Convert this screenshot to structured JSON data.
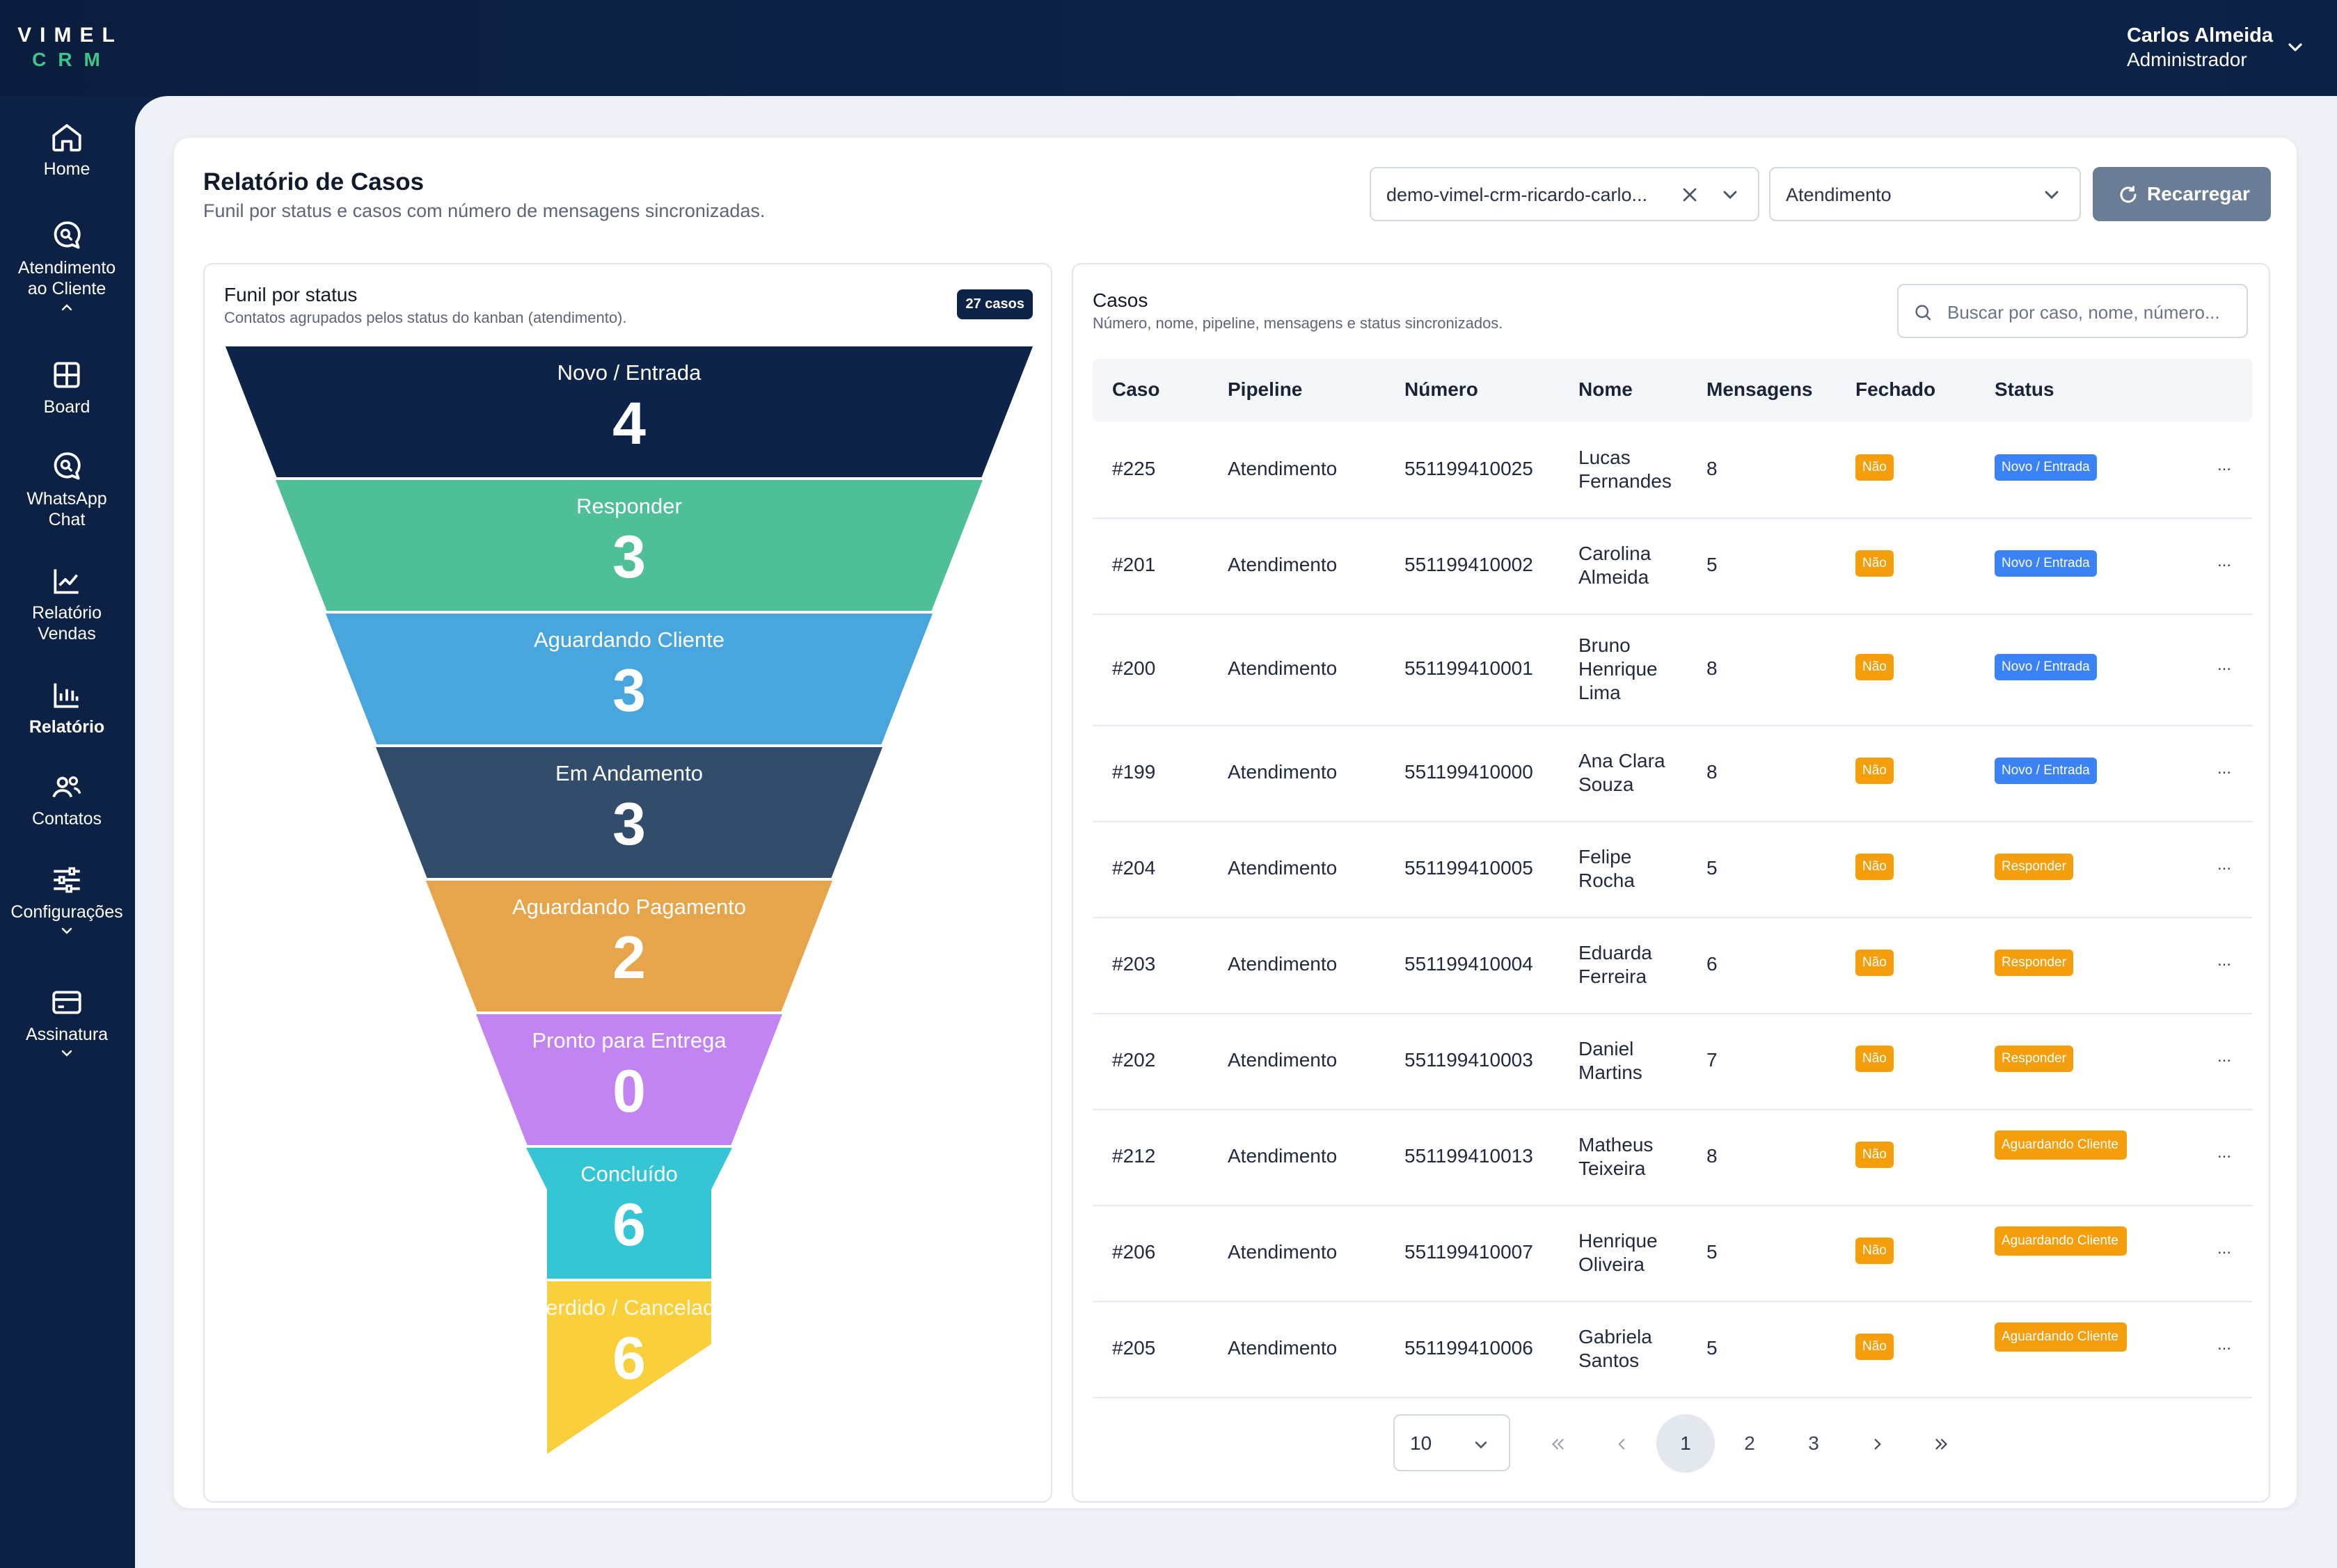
{
  "brand": {
    "line1": "VIMEL",
    "line2": "CRM",
    "accent_color": "#3fc58a"
  },
  "user": {
    "name": "Carlos Almeida",
    "role": "Administrador"
  },
  "sidebar": {
    "items": [
      {
        "label": "Home",
        "icon": "home-icon"
      },
      {
        "label": "Atendimento\nao Cliente",
        "icon": "chat-search-icon",
        "expanded": true
      },
      {
        "label": "Board",
        "icon": "grid-icon"
      },
      {
        "label": "WhatsApp\nChat",
        "icon": "chat-search-icon"
      },
      {
        "label": "Relatório\nVendas",
        "icon": "line-chart-icon"
      },
      {
        "label": "Relatório",
        "icon": "bar-chart-icon",
        "active": true
      },
      {
        "label": "Contatos",
        "icon": "users-icon"
      },
      {
        "label": "Configurações",
        "icon": "sliders-icon"
      },
      {
        "label": "Assinatura",
        "icon": "credit-card-icon"
      }
    ]
  },
  "header": {
    "title": "Relatório de Casos",
    "subtitle": "Funil por status e casos com número de mensagens sincronizadas.",
    "company_select": "demo-vimel-crm-ricardo-carlo...",
    "pipeline_select": "Atendimento",
    "reload_label": "Recarregar",
    "reload_color": "#6b7d96"
  },
  "funnel": {
    "title": "Funil por status",
    "subtitle": "Contatos agrupados pelos status do kanban (atendimento).",
    "count_badge": "27 casos",
    "stages": [
      {
        "label": "Novo / Entrada",
        "value": 4,
        "color": "#0e2348"
      },
      {
        "label": "Responder",
        "value": 3,
        "color": "#4fbf97"
      },
      {
        "label": "Aguardando Cliente",
        "value": 3,
        "color": "#48a6dc"
      },
      {
        "label": "Em Andamento",
        "value": 3,
        "color": "#324c6c"
      },
      {
        "label": "Aguardando Pagamento",
        "value": 2,
        "color": "#e6a54a"
      },
      {
        "label": "Pronto para Entrega",
        "value": 0,
        "color": "#c184f0"
      },
      {
        "label": "Concluído",
        "value": 6,
        "color": "#35c6d6"
      },
      {
        "label": "Perdido / Cancelado",
        "value": 6,
        "color": "#f9cf3c"
      }
    ]
  },
  "cases": {
    "title": "Casos",
    "subtitle": "Número, nome, pipeline, mensagens e status sincronizados.",
    "search_placeholder": "Buscar por caso, nome, número...",
    "columns": [
      "Caso",
      "Pipeline",
      "Número",
      "Nome",
      "Mensagens",
      "Fechado",
      "Status"
    ],
    "rows": [
      {
        "caso": "#225",
        "pipeline": "Atendimento",
        "numero": "551199410025",
        "nome": "Lucas\nFernandes",
        "mensagens": "8",
        "fechado": "Não",
        "status": "Novo / Entrada"
      },
      {
        "caso": "#201",
        "pipeline": "Atendimento",
        "numero": "551199410002",
        "nome": "Carolina\nAlmeida",
        "mensagens": "5",
        "fechado": "Não",
        "status": "Novo / Entrada"
      },
      {
        "caso": "#200",
        "pipeline": "Atendimento",
        "numero": "551199410001",
        "nome": "Bruno\nHenrique\nLima",
        "mensagens": "8",
        "fechado": "Não",
        "status": "Novo / Entrada"
      },
      {
        "caso": "#199",
        "pipeline": "Atendimento",
        "numero": "551199410000",
        "nome": "Ana Clara\nSouza",
        "mensagens": "8",
        "fechado": "Não",
        "status": "Novo / Entrada"
      },
      {
        "caso": "#204",
        "pipeline": "Atendimento",
        "numero": "551199410005",
        "nome": "Felipe\nRocha",
        "mensagens": "5",
        "fechado": "Não",
        "status": "Responder"
      },
      {
        "caso": "#203",
        "pipeline": "Atendimento",
        "numero": "551199410004",
        "nome": "Eduarda\nFerreira",
        "mensagens": "6",
        "fechado": "Não",
        "status": "Responder"
      },
      {
        "caso": "#202",
        "pipeline": "Atendimento",
        "numero": "551199410003",
        "nome": "Daniel\nMartins",
        "mensagens": "7",
        "fechado": "Não",
        "status": "Responder"
      },
      {
        "caso": "#212",
        "pipeline": "Atendimento",
        "numero": "551199410013",
        "nome": "Matheus\nTeixeira",
        "mensagens": "8",
        "fechado": "Não",
        "status": "Aguardando Cliente"
      },
      {
        "caso": "#206",
        "pipeline": "Atendimento",
        "numero": "551199410007",
        "nome": "Henrique\nOliveira",
        "mensagens": "5",
        "fechado": "Não",
        "status": "Aguardando Cliente"
      },
      {
        "caso": "#205",
        "pipeline": "Atendimento",
        "numero": "551199410006",
        "nome": "Gabriela\nSantos",
        "mensagens": "5",
        "fechado": "Não",
        "status": "Aguardando Cliente"
      }
    ],
    "row_menu": "...",
    "page_size": "10",
    "pages": [
      "1",
      "2",
      "3"
    ],
    "current_page": "1"
  }
}
